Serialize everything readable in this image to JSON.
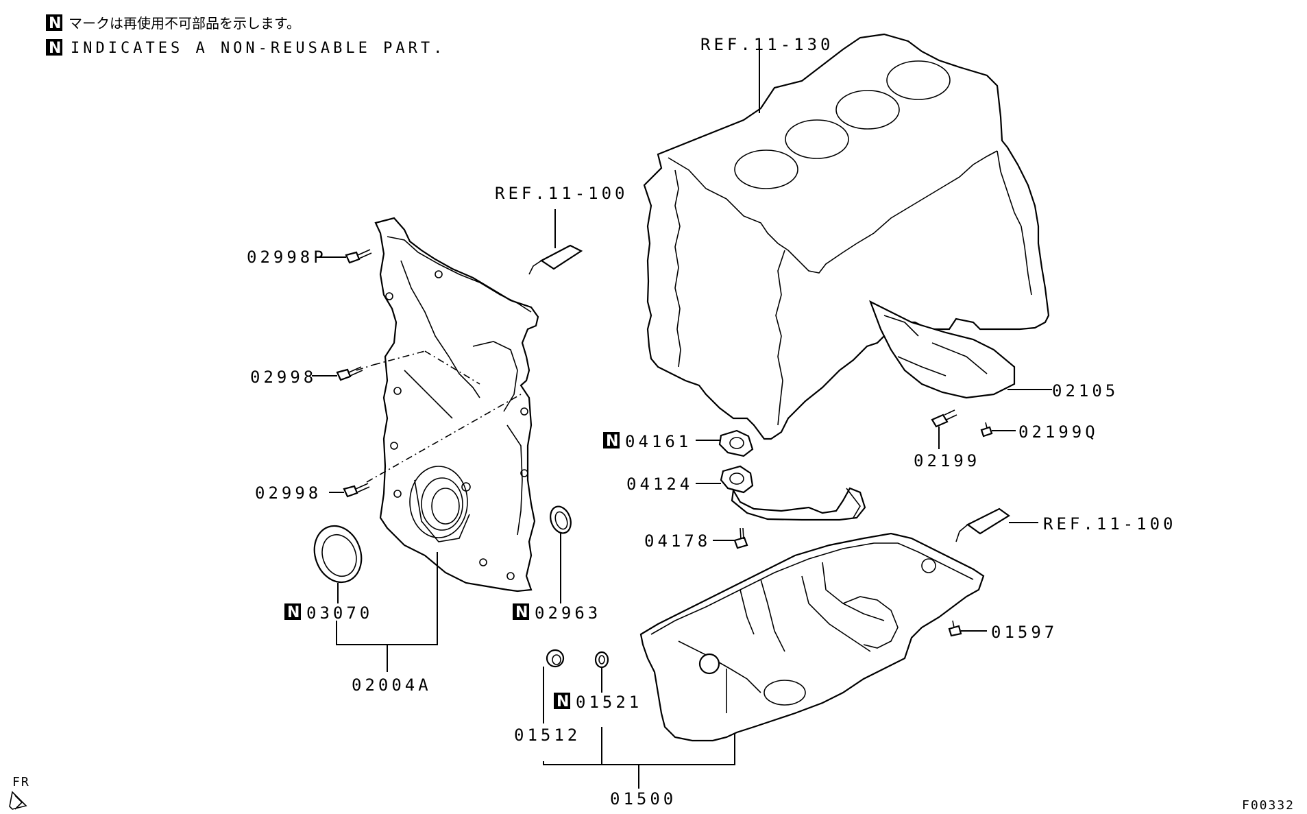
{
  "legend": {
    "badge": "N",
    "line_jp": "マークは再使用不可部品を示します。",
    "line_en": "INDICATES A NON-REUSABLE PART."
  },
  "references": {
    "ref_block": "REF.11-130",
    "ref_sealant_1": "REF.11-100",
    "ref_sealant_2": "REF.11-100"
  },
  "parts": {
    "p02998P": "02998P",
    "p02998_a": "02998",
    "p02998_b": "02998",
    "p03070": "03070",
    "p02963": "02963",
    "p02004A": "02004A",
    "p04161": "04161",
    "p04124": "04124",
    "p04178": "04178",
    "p02105": "02105",
    "p02199": "02199",
    "p02199Q": "02199Q",
    "p01597": "01597",
    "p01512": "01512",
    "p01521": "01521",
    "p01500": "01500"
  },
  "direction_label": "FR",
  "figure_code": "F00332",
  "colors": {
    "ink": "#000000",
    "paper": "#ffffff"
  }
}
